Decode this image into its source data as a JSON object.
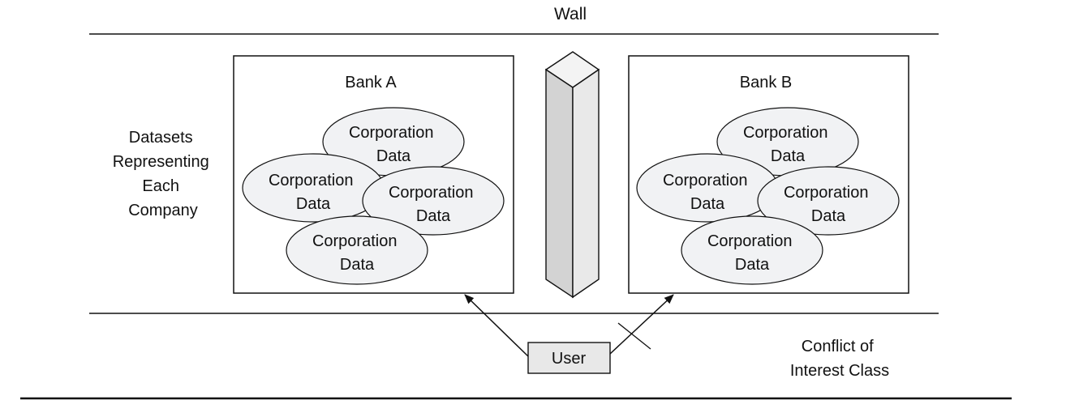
{
  "wall_label": "Wall",
  "side_label": {
    "lines": [
      "Datasets",
      "Representing",
      "Each",
      "Company"
    ]
  },
  "conflict_label": {
    "lines": [
      "Conflict of",
      "Interest Class"
    ]
  },
  "bank_a": {
    "title": "Bank A",
    "datasets": [
      {
        "line1": "Corporation",
        "line2": "Data"
      },
      {
        "line1": "Corporation",
        "line2": "Data"
      },
      {
        "line1": "Corporation",
        "line2": "Data"
      },
      {
        "line1": "Corporation",
        "line2": "Data"
      }
    ]
  },
  "bank_b": {
    "title": "Bank B",
    "datasets": [
      {
        "line1": "Corporation",
        "line2": "Data"
      },
      {
        "line1": "Corporation",
        "line2": "Data"
      },
      {
        "line1": "Corporation",
        "line2": "Data"
      },
      {
        "line1": "Corporation",
        "line2": "Data"
      }
    ]
  },
  "user_label": "User",
  "colors": {
    "ellipse_fill": "#f1f2f4",
    "wall_front": "#d3d3d3",
    "wall_side": "#e9e9e9",
    "wall_top": "#f3f3f3",
    "user_fill": "#e8e8e8",
    "stroke": "#111111"
  }
}
